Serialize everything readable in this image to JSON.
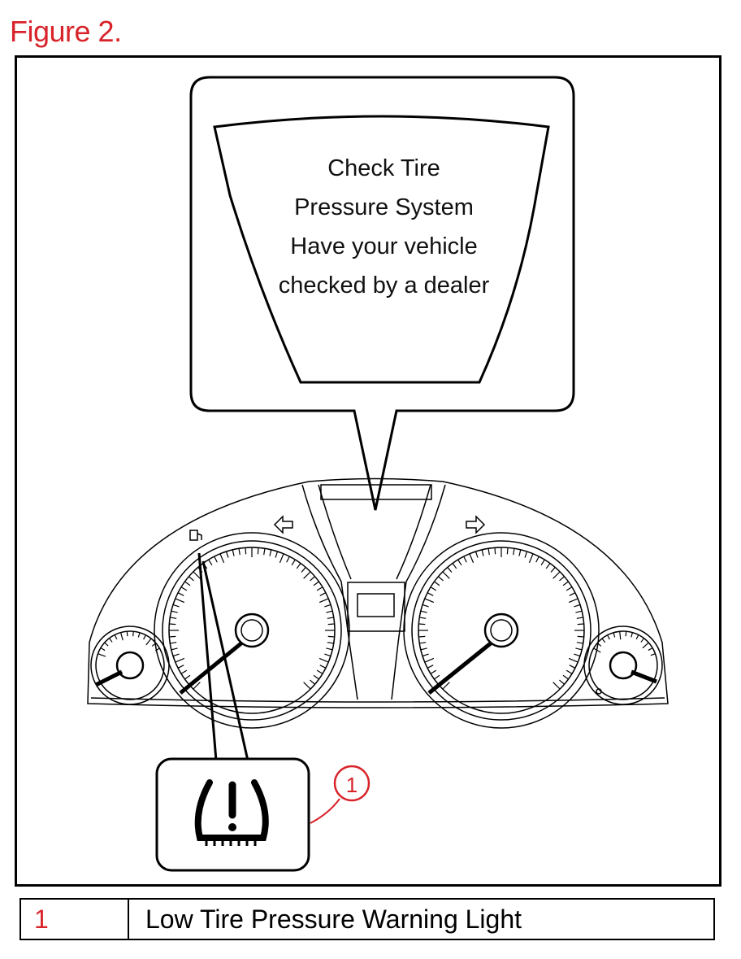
{
  "figure_title": "Figure 2.",
  "message": {
    "line1": "Check Tire",
    "line2": "Pressure System",
    "line3": "Have your vehicle",
    "line4": "checked by a dealer"
  },
  "callout": {
    "number": "1"
  },
  "legend": {
    "number": "1",
    "label": "Low Tire Pressure Warning Light"
  },
  "icons": {
    "warning": "tire-pressure-warning-icon",
    "left_arrow": "left-turn-signal-icon",
    "right_arrow": "right-turn-signal-icon",
    "fuel": "fuel-icon"
  },
  "colors": {
    "accent": "#d8232a",
    "line": "#000000"
  }
}
